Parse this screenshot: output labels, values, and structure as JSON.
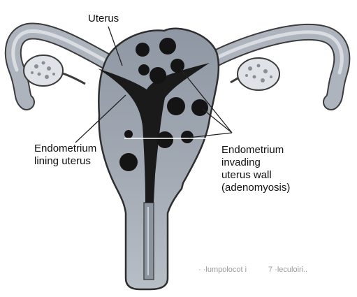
{
  "labels": {
    "uterus": "Uterus",
    "endometrium_lining": "Endometrium\nlining uterus",
    "endometrium_invading": "Endometrium\ninvading\nuterus wall\n(adenomyosis)"
  },
  "faint_text": {
    "left_fragment": "· ·lumpolocot i",
    "right_fragment": "7   ·leculoiri.."
  },
  "colors": {
    "outline": "#3c3c3c",
    "tube_fill": "#aeb4bd",
    "uterus_fill": "#9aa2ad",
    "uterus_light": "#bcc2ca",
    "endometrium": "#1a1a1a",
    "lesion": "#141414",
    "ovary_fill": "#dfe2e6"
  }
}
